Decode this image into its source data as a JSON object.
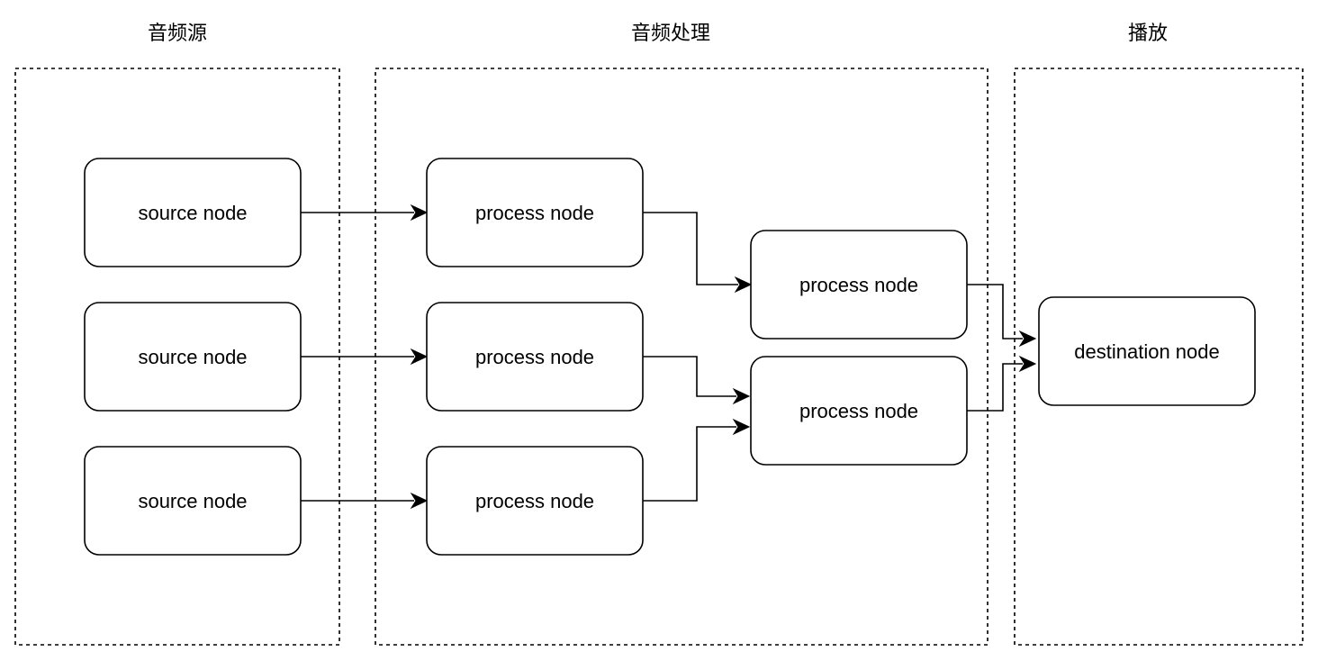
{
  "groups": [
    {
      "id": "source",
      "title": "音频源"
    },
    {
      "id": "process",
      "title": "音频处理"
    },
    {
      "id": "playback",
      "title": "播放"
    }
  ],
  "nodes": [
    {
      "id": "src1",
      "group": "source",
      "label": "source node"
    },
    {
      "id": "src2",
      "group": "source",
      "label": "source node"
    },
    {
      "id": "src3",
      "group": "source",
      "label": "source node"
    },
    {
      "id": "proc1",
      "group": "process",
      "label": "process node"
    },
    {
      "id": "proc2",
      "group": "process",
      "label": "process node"
    },
    {
      "id": "proc3",
      "group": "process",
      "label": "process node"
    },
    {
      "id": "proc4",
      "group": "process",
      "label": "process node"
    },
    {
      "id": "proc5",
      "group": "process",
      "label": "process node"
    },
    {
      "id": "dest",
      "group": "playback",
      "label": "destination node"
    }
  ],
  "edges": [
    {
      "from": "src1",
      "to": "proc1"
    },
    {
      "from": "src2",
      "to": "proc2"
    },
    {
      "from": "src3",
      "to": "proc3"
    },
    {
      "from": "proc1",
      "to": "proc4"
    },
    {
      "from": "proc2",
      "to": "proc5"
    },
    {
      "from": "proc3",
      "to": "proc5"
    },
    {
      "from": "proc4",
      "to": "dest"
    },
    {
      "from": "proc5",
      "to": "dest"
    }
  ],
  "colors": {
    "stroke": "#000000",
    "background": "#ffffff",
    "text": "#000000"
  }
}
